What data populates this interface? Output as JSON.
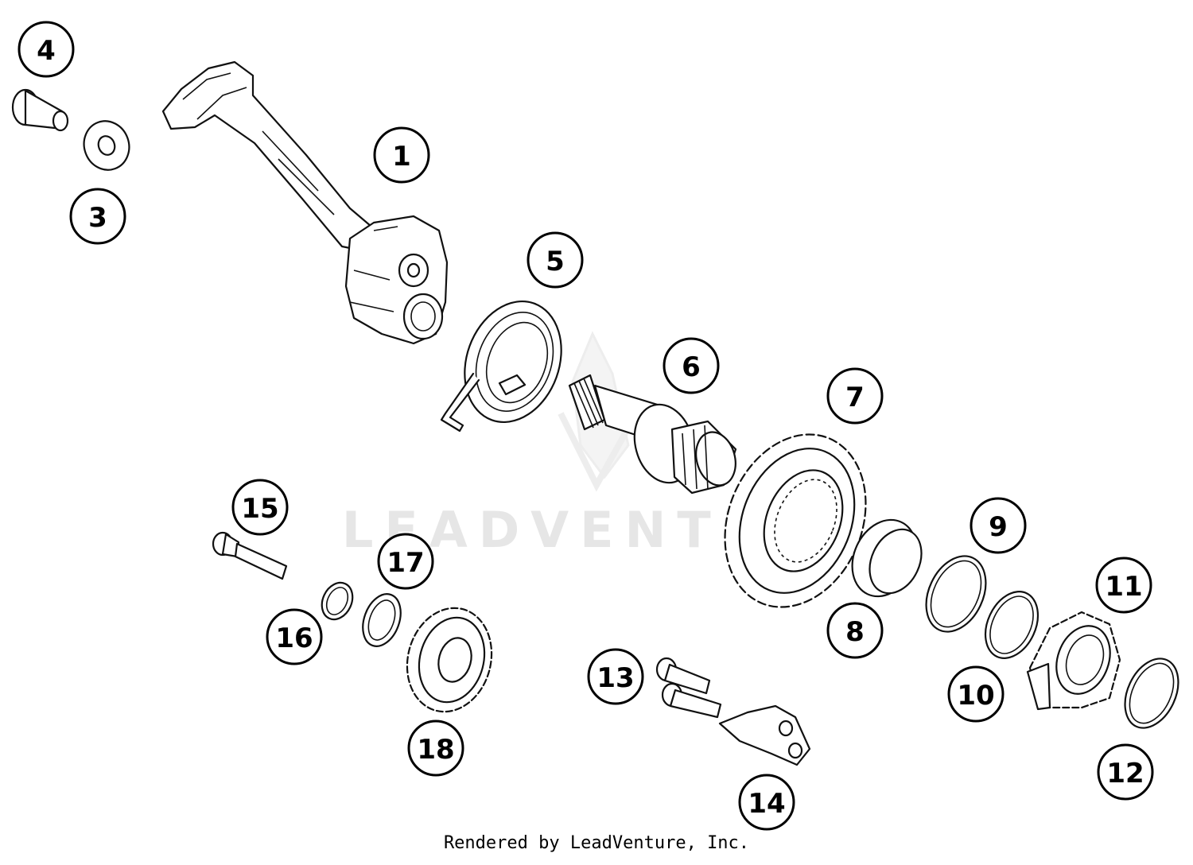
{
  "watermark": "LEADVENTURE",
  "footer": "Rendered by LeadVenture, Inc.",
  "callouts": [
    "1",
    "3",
    "4",
    "5",
    "6",
    "7",
    "8",
    "9",
    "10",
    "11",
    "12",
    "13",
    "14",
    "15",
    "16",
    "17",
    "18"
  ]
}
